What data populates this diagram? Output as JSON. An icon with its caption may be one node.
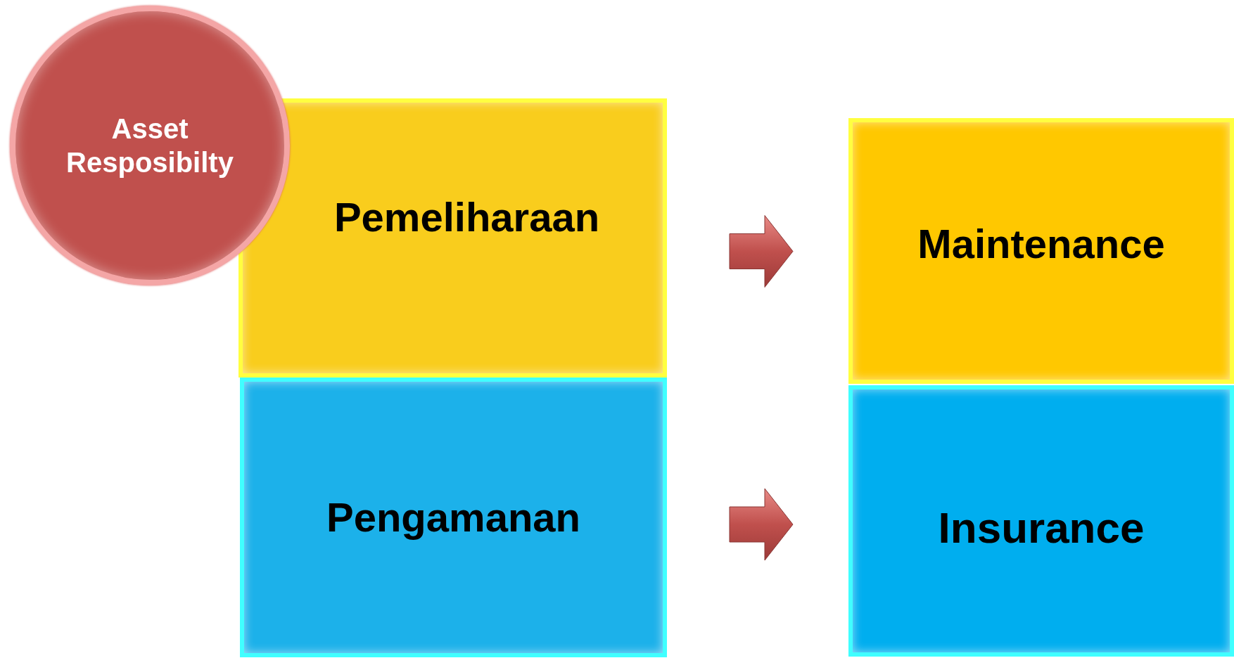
{
  "diagram": {
    "nodes": [
      {
        "text": [
          "Asset Resposibilty"
        ]
      },
      {
        "text": [
          "Pemeliharaan"
        ]
      },
      {
        "text": [
          "Pengamanan"
        ]
      },
      {
        "text": [
          "Maintenance"
        ]
      },
      {
        "text": [
          "Insurance"
        ]
      }
    ],
    "edges": [
      {
        "from": 1,
        "to": 3,
        "arrow": "to"
      },
      {
        "from": 2,
        "to": 4,
        "arrow": "to"
      }
    ]
  }
}
